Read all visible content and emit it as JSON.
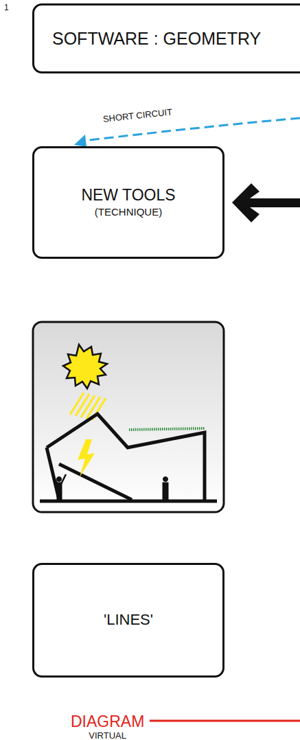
{
  "diagram": {
    "nodes": [
      {
        "text": [
          "SOFTWARE : GEOMETRY"
        ]
      },
      {
        "text": [
          "NEW TOOLS",
          "(TECHNIQUE)"
        ]
      },
      {
        "text": [
          "'LINES'"
        ]
      }
    ],
    "labels": [
      "1",
      "SHORT CIRCUIT",
      "DIAGRAM",
      "VIRTUAL"
    ]
  }
}
